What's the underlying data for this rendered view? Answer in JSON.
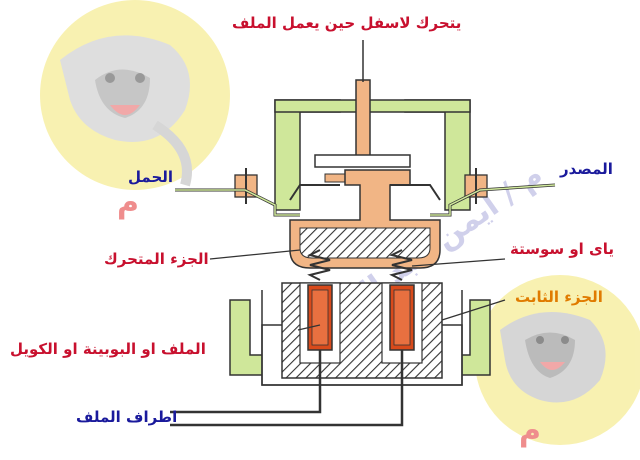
{
  "labels": {
    "top_motion": "يتحرك لاسفل حين يعمل الملف",
    "load": "الحمل",
    "source": "المصدر",
    "moving_part": "الجزء المتحرك",
    "spring": "ياى او سوستة",
    "fixed_part": "الجزء الثابت",
    "coil": "الملف او البوبينة او الكويل",
    "coil_terminals": "اطراف الملف"
  },
  "watermark": {
    "text": "م / أيمن عبد العزيز",
    "logo_mark": "م"
  },
  "colors": {
    "label_red": "#c8102e",
    "label_blue": "#1a1a9c",
    "label_orange": "#e07b00",
    "frame_green": "#cfe79a",
    "armature_orange": "#f1b585",
    "coil_red": "#d84a1b",
    "watermark_circle": "#f7efa4"
  }
}
